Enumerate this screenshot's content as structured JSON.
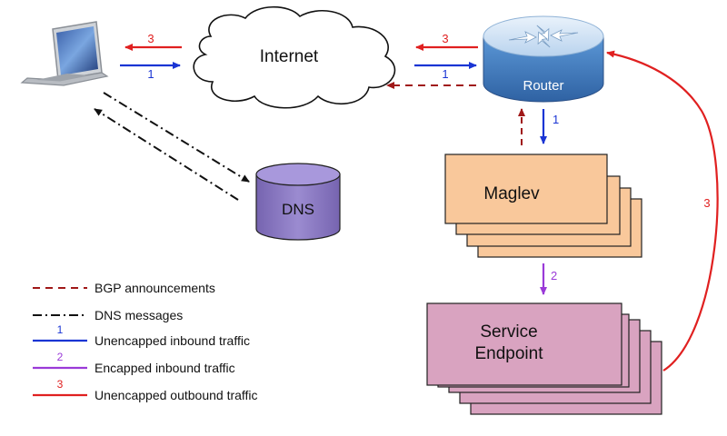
{
  "nodes": {
    "internet": "Internet",
    "router": "Router",
    "maglev": "Maglev",
    "dns": "DNS",
    "service_endpoint_line1": "Service",
    "service_endpoint_line2": "Endpoint"
  },
  "arrow_labels": {
    "one": "1",
    "two": "2",
    "three": "3"
  },
  "legend": [
    {
      "label": "BGP announcements",
      "marker": ""
    },
    {
      "label": "DNS messages",
      "marker": ""
    },
    {
      "label": "Unencapped inbound traffic",
      "marker": "1"
    },
    {
      "label": "Encapped inbound traffic",
      "marker": "2"
    },
    {
      "label": "Unencapped outbound traffic",
      "marker": "3"
    }
  ],
  "colors": {
    "bgp": "#a01818",
    "dns": "#111111",
    "inbound": "#1a35d4",
    "encapped": "#9a3ad8",
    "outbound": "#e02020",
    "maglev_fill": "#f9c89b",
    "endpoint_fill": "#d9a3c0",
    "dns_fill": "#8e7cc3",
    "router_fill": "#4a86c7"
  },
  "icons": {
    "laptop": "laptop-icon",
    "cloud": "cloud-icon",
    "router": "router-icon",
    "database": "database-icon"
  }
}
